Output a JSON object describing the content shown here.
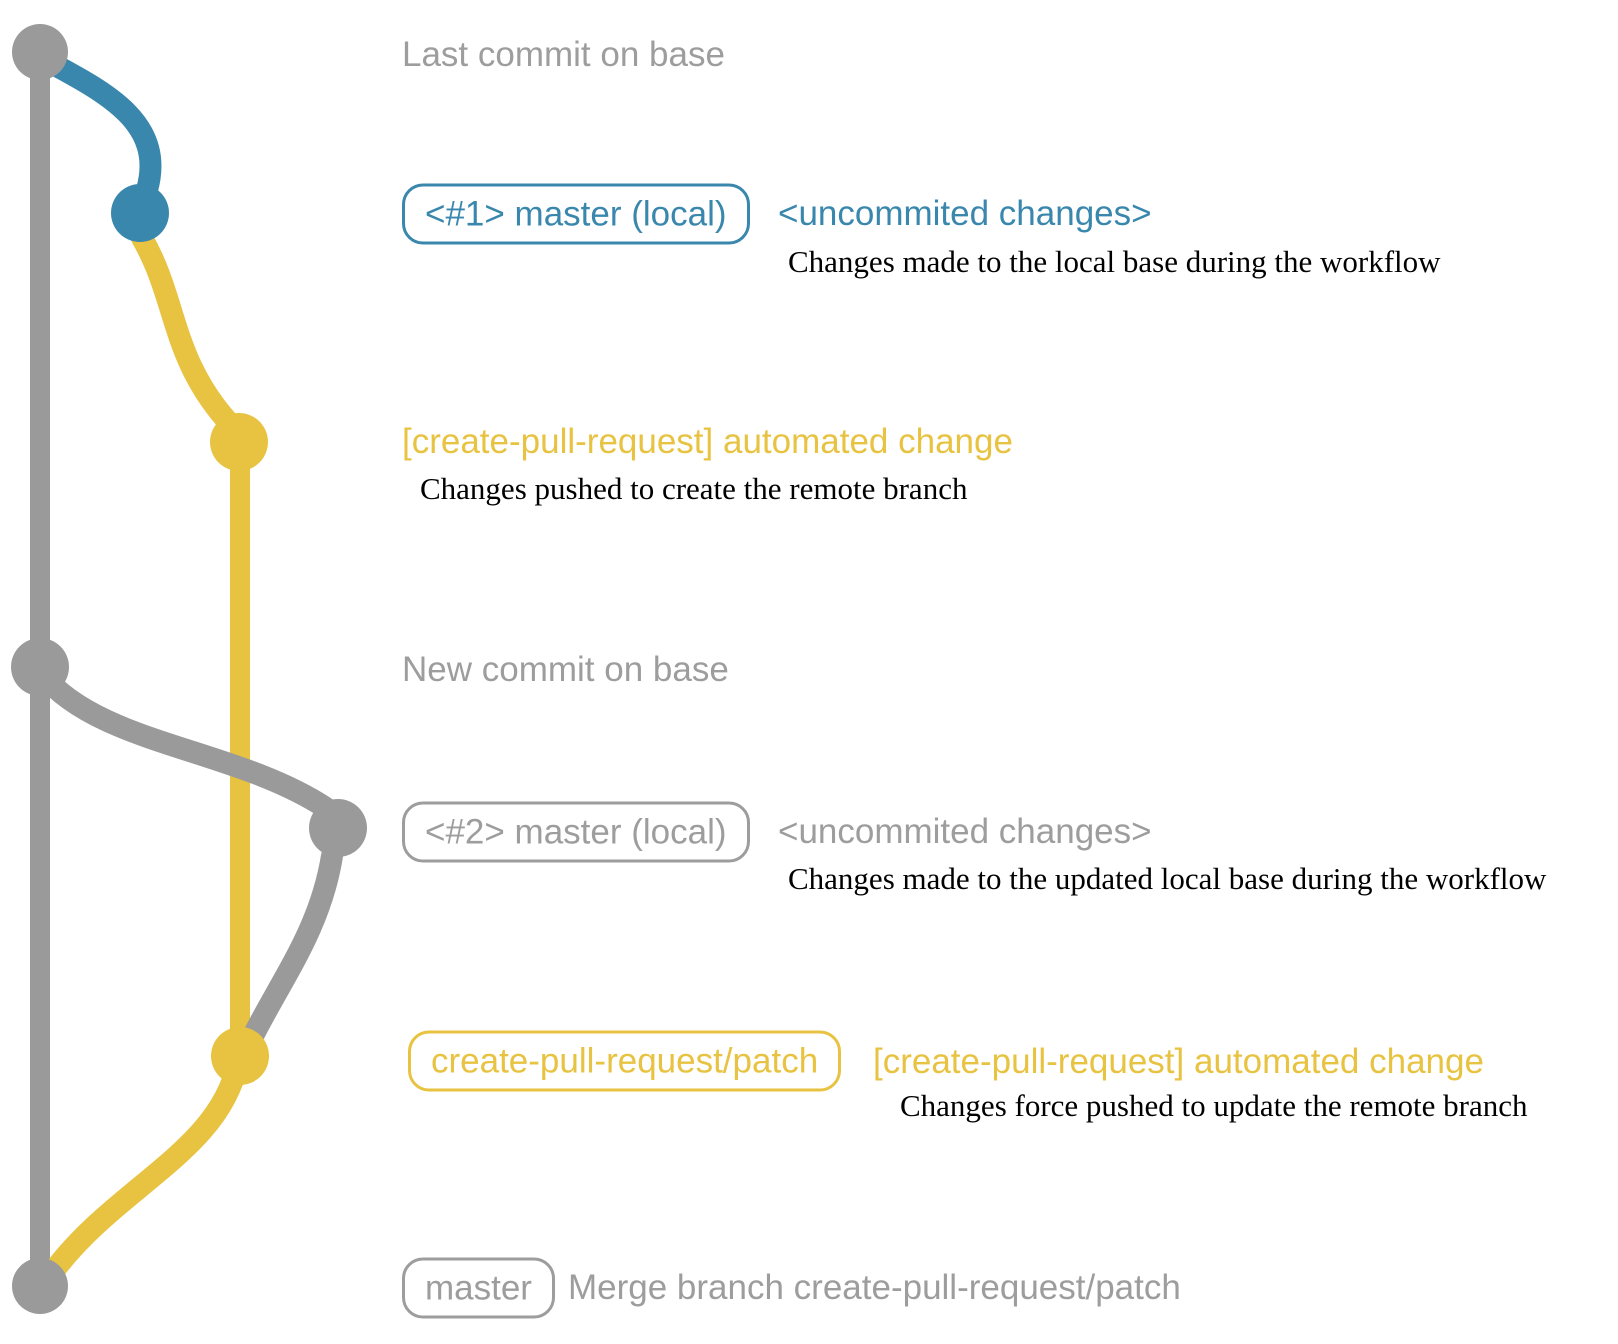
{
  "title_implicit": "create-pull-request action git workflow diagram",
  "colors": {
    "blue": "#3a87ad",
    "yellow": "#e8c341",
    "gray": "#9a9a9a",
    "text_gray": "#9d9d9d",
    "ink": "#000000",
    "bg": "#ffffff"
  },
  "graph": {
    "branches": [
      {
        "name": "base (master remote)",
        "color_key": "gray"
      },
      {
        "name": "master (local) #1",
        "color_key": "blue"
      },
      {
        "name": "create-pull-request/patch",
        "color_key": "yellow"
      },
      {
        "name": "master (local) #2",
        "color_key": "gray"
      }
    ],
    "commits": [
      {
        "id": "last-commit-on-base",
        "branch": "base",
        "color_key": "gray"
      },
      {
        "id": "uncommited-changes-1",
        "branch": "master-local-1",
        "color_key": "blue"
      },
      {
        "id": "automated-change-1",
        "branch": "create-pull-request/patch",
        "color_key": "yellow"
      },
      {
        "id": "new-commit-on-base",
        "branch": "base",
        "color_key": "gray"
      },
      {
        "id": "uncommited-changes-2",
        "branch": "master-local-2",
        "color_key": "gray"
      },
      {
        "id": "automated-change-2",
        "branch": "create-pull-request/patch",
        "color_key": "yellow"
      },
      {
        "id": "merge-commit",
        "branch": "base",
        "color_key": "gray"
      }
    ]
  },
  "rows": {
    "row1": {
      "label": "Last commit on base"
    },
    "row2": {
      "box": "<#1> master (local)",
      "note": "<uncommited changes>",
      "desc": "Changes made to the local base during the workflow"
    },
    "row3": {
      "title": "[create-pull-request] automated change",
      "desc": "Changes pushed to create the remote branch"
    },
    "row4": {
      "label": "New commit on base"
    },
    "row5": {
      "box": "<#2> master (local)",
      "note": "<uncommited changes>",
      "desc": "Changes made to the updated local base during the workflow"
    },
    "row6": {
      "box": "create-pull-request/patch",
      "title": "[create-pull-request] automated change",
      "desc": "Changes force pushed to update the remote branch"
    },
    "row7": {
      "box": "master",
      "msg": "Merge branch create-pull-request/patch"
    }
  }
}
